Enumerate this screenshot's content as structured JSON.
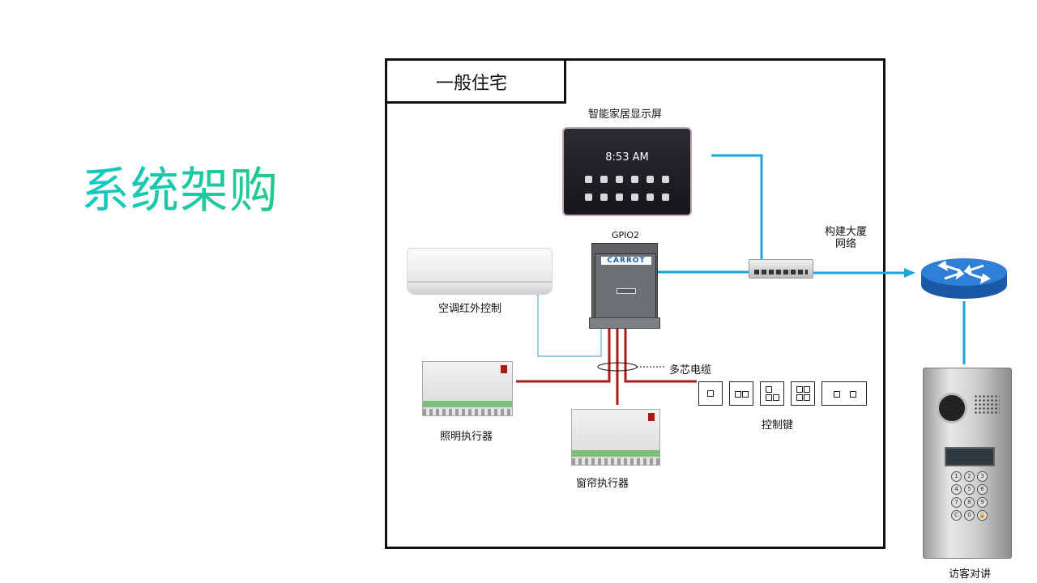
{
  "slide": {
    "title": "系统架购"
  },
  "frame": {
    "title": "一般住宅"
  },
  "devices": {
    "display_label": "智能家居显示屏",
    "display_time": "8:53 AM",
    "gpio_label": "GPIO2",
    "gpio_brand": "CARROT",
    "network_label_line1": "构建大厦",
    "network_label_line2": "网络",
    "ac_label": "空调红外控制",
    "cable_label": "多芯电缆",
    "lighting_label": "照明执行器",
    "curtain_label": "窗帘执行器",
    "keys_label": "控制键",
    "door_label": "访客对讲"
  },
  "keypad": [
    "1",
    "2",
    "3",
    "4",
    "5",
    "6",
    "7",
    "8",
    "9",
    "C",
    "0",
    "🔒"
  ],
  "colors": {
    "network_wire": "#1ea3dc",
    "power_wire": "#b01818",
    "ir_wire": "#5aaed8",
    "title_gradient_start": "#17c8c4",
    "title_gradient_end": "#22c98a"
  }
}
